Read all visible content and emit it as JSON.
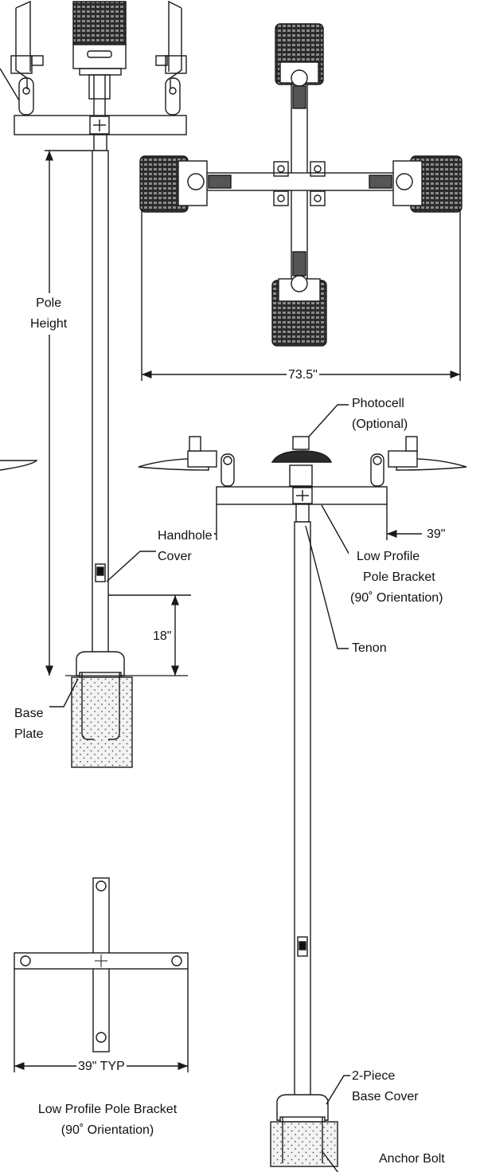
{
  "labels": {
    "pole_height": [
      "Pole",
      "Height"
    ],
    "dim_73_5": "73.5\"",
    "photocell": [
      "Photocell",
      "(Optional)"
    ],
    "dim_39": "39\"",
    "handhole_cover": [
      "Handhole",
      "Cover"
    ],
    "low_profile_bracket": [
      "Low Profile",
      "Pole Bracket",
      "(90˚ Orientation)"
    ],
    "dim_18": "18\"",
    "tenon": "Tenon",
    "base_plate": [
      "Base",
      "Plate"
    ],
    "dim_39_typ": "39\" TYP",
    "two_piece_base_cover": [
      "2-Piece",
      "Base Cover"
    ],
    "bottom_caption": [
      "Low Profile Pole Bracket",
      "(90˚ Orientation)"
    ],
    "anchor_bolt": "Anchor Bolt"
  },
  "colors": {
    "line": "#1a1a1a",
    "fixture_dark": "#2b2b2b",
    "fixture_mid": "#6d6d6d",
    "concrete": "#f2f2f2"
  },
  "icons": [
    "photocell-icon",
    "fixture-icon",
    "pole-bracket-icon"
  ]
}
